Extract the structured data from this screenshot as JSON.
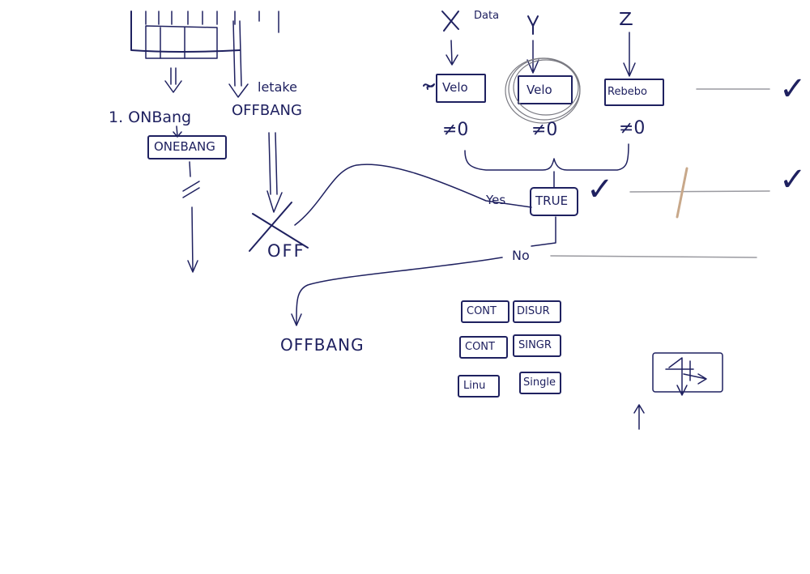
{
  "top_left": {
    "onbang_caption": "1. ONBang",
    "onebang_box": "ONEBANG",
    "letake_caption": "letake",
    "offbang_caption": "OFFBANG",
    "off_label": "OFF",
    "offbang_bottom": "OFFBANG"
  },
  "axes": {
    "x_label": "X",
    "data_label": "Data",
    "y_label": "Y",
    "z_label": "Z"
  },
  "velo_boxes": [
    {
      "label": "Velo"
    },
    {
      "label": "Velo"
    },
    {
      "label": "Rebebo"
    }
  ],
  "conditions": [
    {
      "label": "≠0"
    },
    {
      "label": "≠0"
    },
    {
      "label": "≠0"
    }
  ],
  "decision": {
    "true_box": "TRUE",
    "yes_label": "Yes",
    "no_label": "No"
  },
  "mode_buttons": [
    {
      "label": "CONT"
    },
    {
      "label": "DISUR"
    },
    {
      "label": "CONT"
    },
    {
      "label": "SINGR"
    },
    {
      "label": "Linu"
    },
    {
      "label": "Single"
    }
  ],
  "checkmarks": [
    "✓",
    "✓",
    "✓"
  ]
}
